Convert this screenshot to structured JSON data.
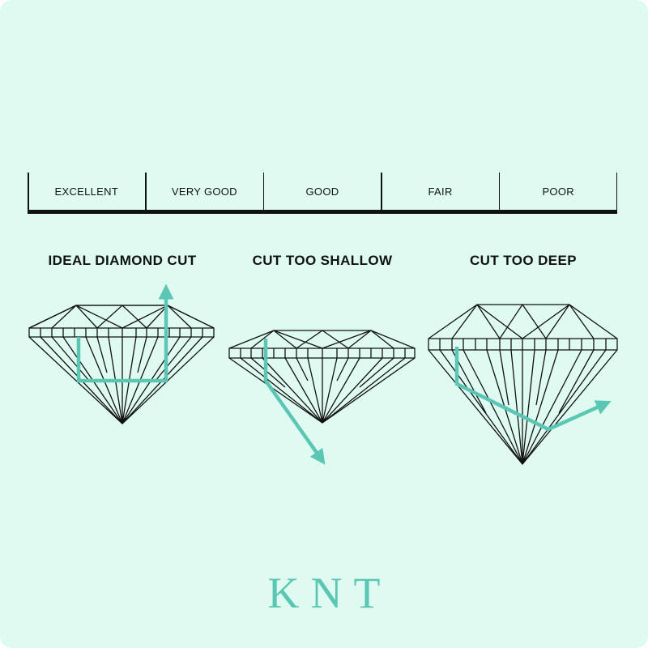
{
  "scale": {
    "labels": [
      "EXCELLENT",
      "VERY GOOD",
      "GOOD",
      "FAIR",
      "POOR"
    ]
  },
  "diagrams": [
    {
      "heading": "IDEAL DIAMOND CUT"
    },
    {
      "heading": "CUT TOO SHALLOW"
    },
    {
      "heading": "CUT TOO DEEP"
    }
  ],
  "logo": {
    "text": "KNT"
  },
  "colors": {
    "background": "#dffbf1",
    "line": "#111111",
    "light_path": "#5cc6b4"
  }
}
